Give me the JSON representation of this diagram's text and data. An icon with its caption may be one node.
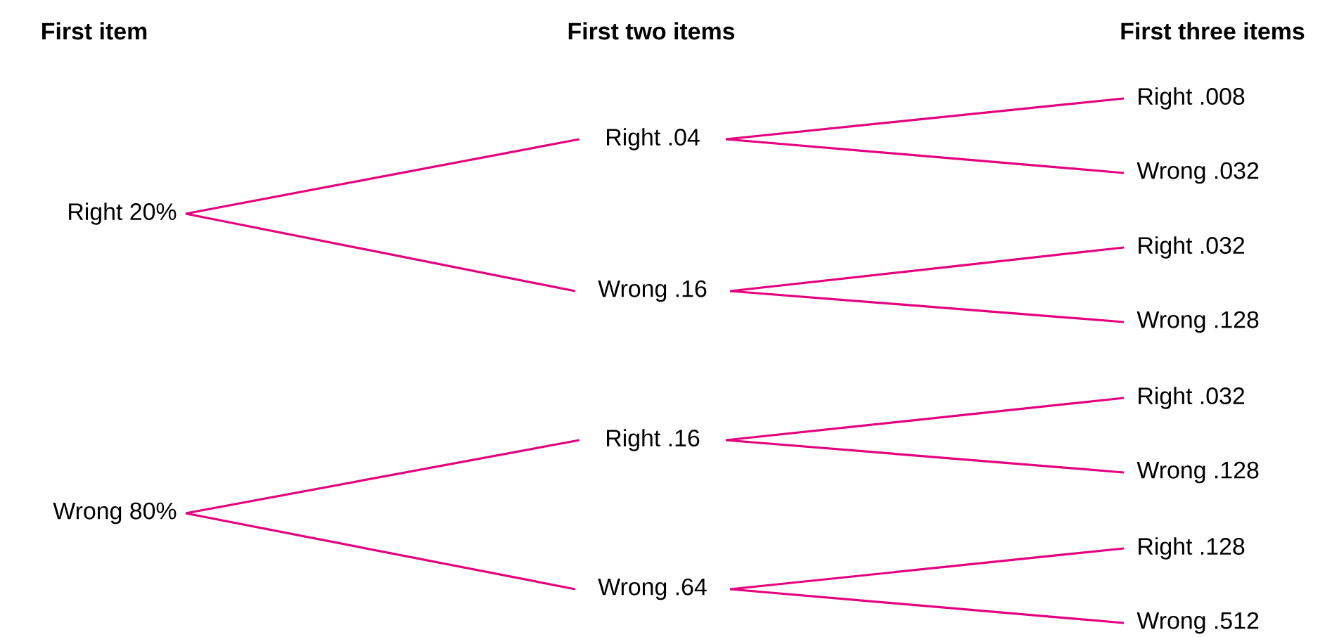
{
  "diagram": {
    "nodes": [
      {
        "text": [
          "Right 20%"
        ]
      },
      {
        "text": [
          "Wrong 80%"
        ]
      },
      {
        "text": [
          "Right .04"
        ]
      },
      {
        "text": [
          "Wrong .16"
        ]
      },
      {
        "text": [
          "Right .16"
        ]
      },
      {
        "text": [
          "Wrong .64"
        ]
      },
      {
        "text": [
          "Right .008"
        ]
      },
      {
        "text": [
          "Wrong .032"
        ]
      },
      {
        "text": [
          "Right .032"
        ]
      },
      {
        "text": [
          "Wrong .128"
        ]
      },
      {
        "text": [
          "Right .032"
        ]
      },
      {
        "text": [
          "Wrong .128"
        ]
      },
      {
        "text": [
          "Right .128"
        ]
      },
      {
        "text": [
          "Wrong .512"
        ]
      }
    ],
    "edges": [
      {
        "from": 0,
        "to": 2,
        "arrow": "none"
      },
      {
        "from": 0,
        "to": 3,
        "arrow": "none"
      },
      {
        "from": 1,
        "to": 4,
        "arrow": "none"
      },
      {
        "from": 1,
        "to": 5,
        "arrow": "none"
      },
      {
        "from": 2,
        "to": 6,
        "arrow": "none"
      },
      {
        "from": 2,
        "to": 7,
        "arrow": "none"
      },
      {
        "from": 3,
        "to": 8,
        "arrow": "none"
      },
      {
        "from": 3,
        "to": 9,
        "arrow": "none"
      },
      {
        "from": 4,
        "to": 10,
        "arrow": "none"
      },
      {
        "from": 4,
        "to": 11,
        "arrow": "none"
      },
      {
        "from": 5,
        "to": 12,
        "arrow": "none"
      },
      {
        "from": 5,
        "to": 13,
        "arrow": "none"
      }
    ],
    "labels": [
      "First item",
      "First two items",
      "First three items"
    ]
  }
}
